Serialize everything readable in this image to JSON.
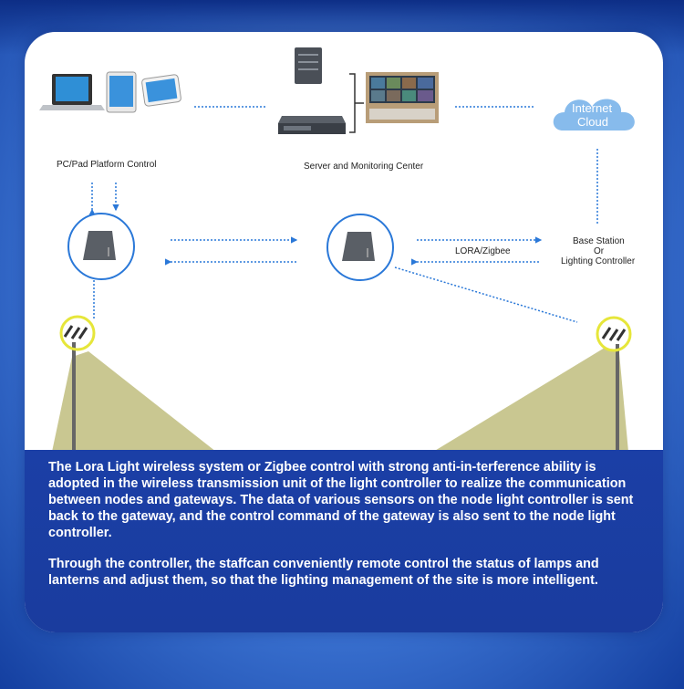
{
  "labels": {
    "pc_pad": "PC/Pad Platform Control",
    "server": "Server and Monitoring Center",
    "cloud_line1": "Internet",
    "cloud_line2": "Cloud",
    "base_line1": "Base Station",
    "base_line2": "Or",
    "base_line3": "Lighting Controller",
    "lora_zigbee": "LORA/Zigbee"
  },
  "colors": {
    "link_blue": "#2a78d8",
    "gateway_ring": "#2a78d8",
    "lamp_ring": "#e6e63a",
    "light_beam": "#c9c791",
    "panel_blue": "#1b3fa6"
  },
  "icons": {
    "laptop": "laptop-icon",
    "tablet": "tablet-icon",
    "phone": "phone-icon",
    "server_tower": "server-tower-icon",
    "rack_server": "rack-server-icon",
    "monitoring_wall": "monitoring-wall-icon",
    "cloud": "cloud-icon",
    "gateway": "gateway-icon",
    "street_lamp": "street-lamp-icon"
  },
  "description": {
    "paragraph1": "The Lora Light wireless system or Zigbee control with strong anti-in-terference ability is adopted in the wireless transmission unit of  the  light  controller to realize the communication between nodes  and  gateways. The data  of various sensors on the node light controller is sent back to the gateway, and the control command of the gateway  is also sent to the node  light controller.",
    "paragraph2": "Through the  controller, the staffcan conveniently remote control  the status of lamps and lanterns and adjust them, so  that  the lighting  management of the site is  more intelligent."
  }
}
